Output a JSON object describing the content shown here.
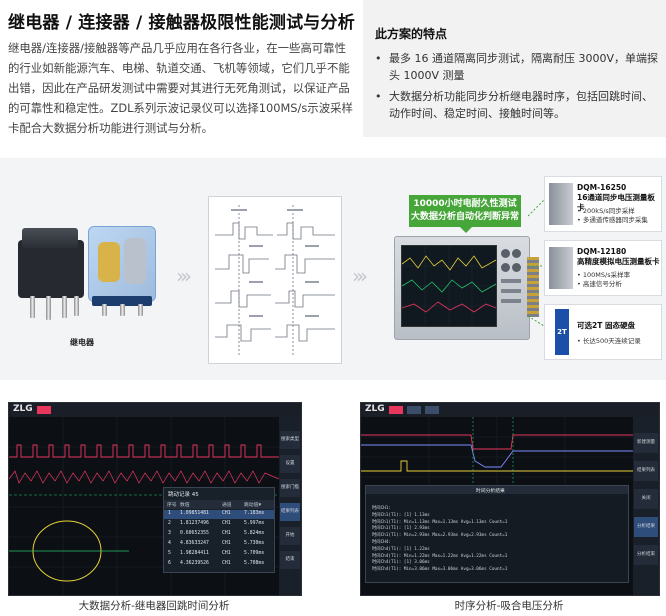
{
  "title": "继电器 / 连接器 / 接触器极限性能测试与分析",
  "intro": "继电器/连接器/接触器等产品几乎应用在各行各业，在一些高可靠性的行业如新能源汽车、电梯、轨道交通、飞机等领域，它们几乎不能出错，因此在产品研发测试中需要对其进行无死角测试，以保证产品的可靠性和稳定性。ZDL系列示波记录仪可以选择100MS/s示波采样卡配合大数据分析功能进行测试与分析。",
  "features": {
    "title": "此方案的特点",
    "bullet": "•",
    "items": [
      "最多 16 通道隔离同步测试，隔离耐压 3000V，单端探头 1000V 测量",
      "大数据分析功能同步分析继电器时序，包括回跳时间、动作时间、稳定时间、接触时间等。"
    ]
  },
  "diagram": {
    "relay_label": "继电器",
    "banner_lines": [
      "10000小时电耐久性测试",
      "大数据分析自动化判断异常"
    ],
    "cards": [
      {
        "title": "DQM-16250",
        "subtitle": "16通道同步电压测量板卡",
        "lines": [
          "• 200kS/s同步采样",
          "• 多通道传感器同步采集"
        ]
      },
      {
        "title": "DQM-12180",
        "subtitle": "高精度模拟电压测量板卡",
        "lines": [
          "• 100MS/s采样率",
          "• 高速信号分析"
        ]
      },
      {
        "title": "可选2T 固态硬盘",
        "subtitle": "",
        "lines": [
          "• 长达500天连续记录"
        ]
      }
    ],
    "ssd_label": "2T"
  },
  "screens": {
    "left": {
      "logo": "ZLG",
      "table_title": "跳动记录 45",
      "table_headers": [
        "序号",
        "数值",
        "通道",
        "跳动值▼"
      ],
      "table_rows": [
        [
          "1",
          "1.09851481",
          "CH1",
          "7.183ms"
        ],
        [
          "2",
          "1.81237496",
          "CH1",
          "5.997ms"
        ],
        [
          "3",
          "0.60652355",
          "CH1",
          "5.824ms"
        ],
        [
          "4",
          "4.83633247",
          "CH1",
          "5.730ms"
        ],
        [
          "5",
          "1.98284411",
          "CH1",
          "5.709ms"
        ],
        [
          "6",
          "4.36239526",
          "CH1",
          "5.708ms"
        ]
      ],
      "side_buttons": [
        "搜索类型",
        "设置",
        "搜索门槛",
        "结果列表",
        "开始",
        "结束"
      ],
      "caption": "大数据分析-继电器回跳时间分析"
    },
    "right": {
      "logo": "ZLG",
      "dialog_title": "时间分析结果",
      "result_lines": [
        "时间CH1:",
        "时间Ch1(T1): [1] 1.13ms",
        "时间Ch1(T1): Min=1.13ms Max=1.13ms Avg=1.13ms Count=1",
        "时间Ch1(T1): [1] 2.93ms",
        "时间Ch1(T1): Min=2.93ms Max=2.93ms Avg=2.93ms Count=1",
        "时间CH4:",
        "时间Ch4(T1): [1] 1.22ms",
        "时间Ch4(T1): Min=1.22ms Max=1.22ms Avg=1.22ms Count=1",
        "时间Ch4(T1): [1] 3.06ms",
        "时间Ch4(T1): Min=3.06ms Max=3.06ms Avg=3.06ms Count=1"
      ],
      "side_buttons": [
        "新建测量",
        "结果列表",
        "关闭",
        "分析结果",
        "分析结束"
      ],
      "caption": "时序分析-吸合电压分析"
    }
  },
  "colors": {
    "banner": "#46a63a",
    "accent_red": "#e8365d",
    "accent_yellow": "#e8d23a",
    "accent_green": "#27c36a"
  }
}
